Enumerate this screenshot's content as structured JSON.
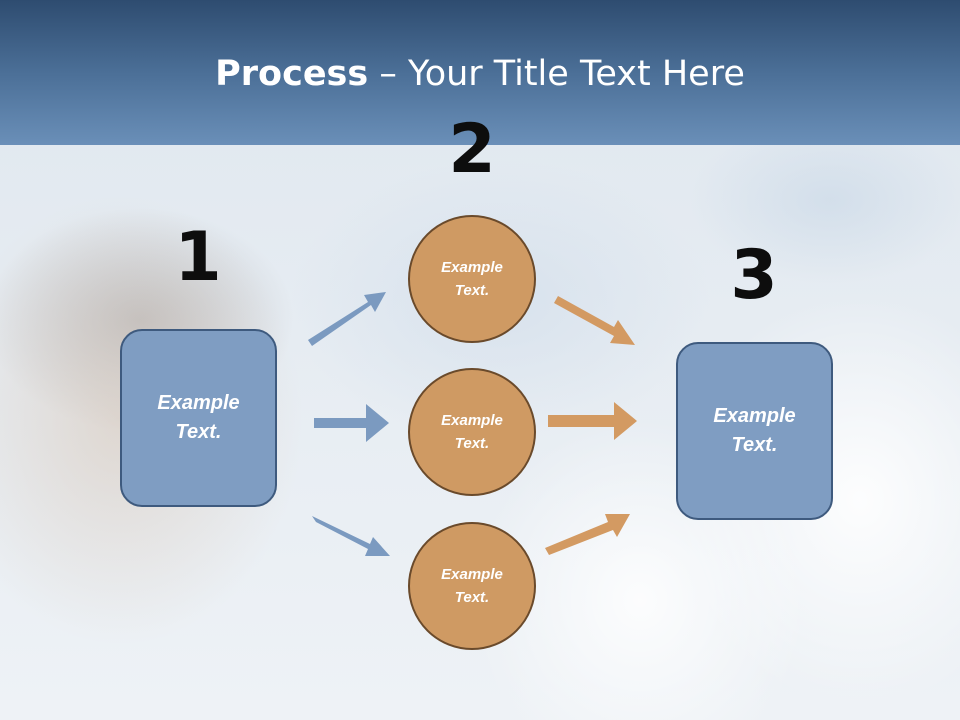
{
  "title": {
    "bold": "Process",
    "rest": " – Your Title Text Here"
  },
  "steps": {
    "one": {
      "number": "1",
      "text": "Example\nText."
    },
    "two": {
      "number": "2",
      "circles": [
        {
          "text": "Example\nText."
        },
        {
          "text": "Example\nText."
        },
        {
          "text": "Example\nText."
        }
      ]
    },
    "three": {
      "number": "3",
      "text": "Example\nText."
    }
  },
  "colors": {
    "header": "#4b6f97",
    "box_fill": "#7f9dc2",
    "box_border": "#3e5a7e",
    "circle_fill": "#cf9a63",
    "circle_border": "#6a4a2b",
    "arrow_blue": "#7b9ac0",
    "arrow_orange": "#d39a62"
  }
}
